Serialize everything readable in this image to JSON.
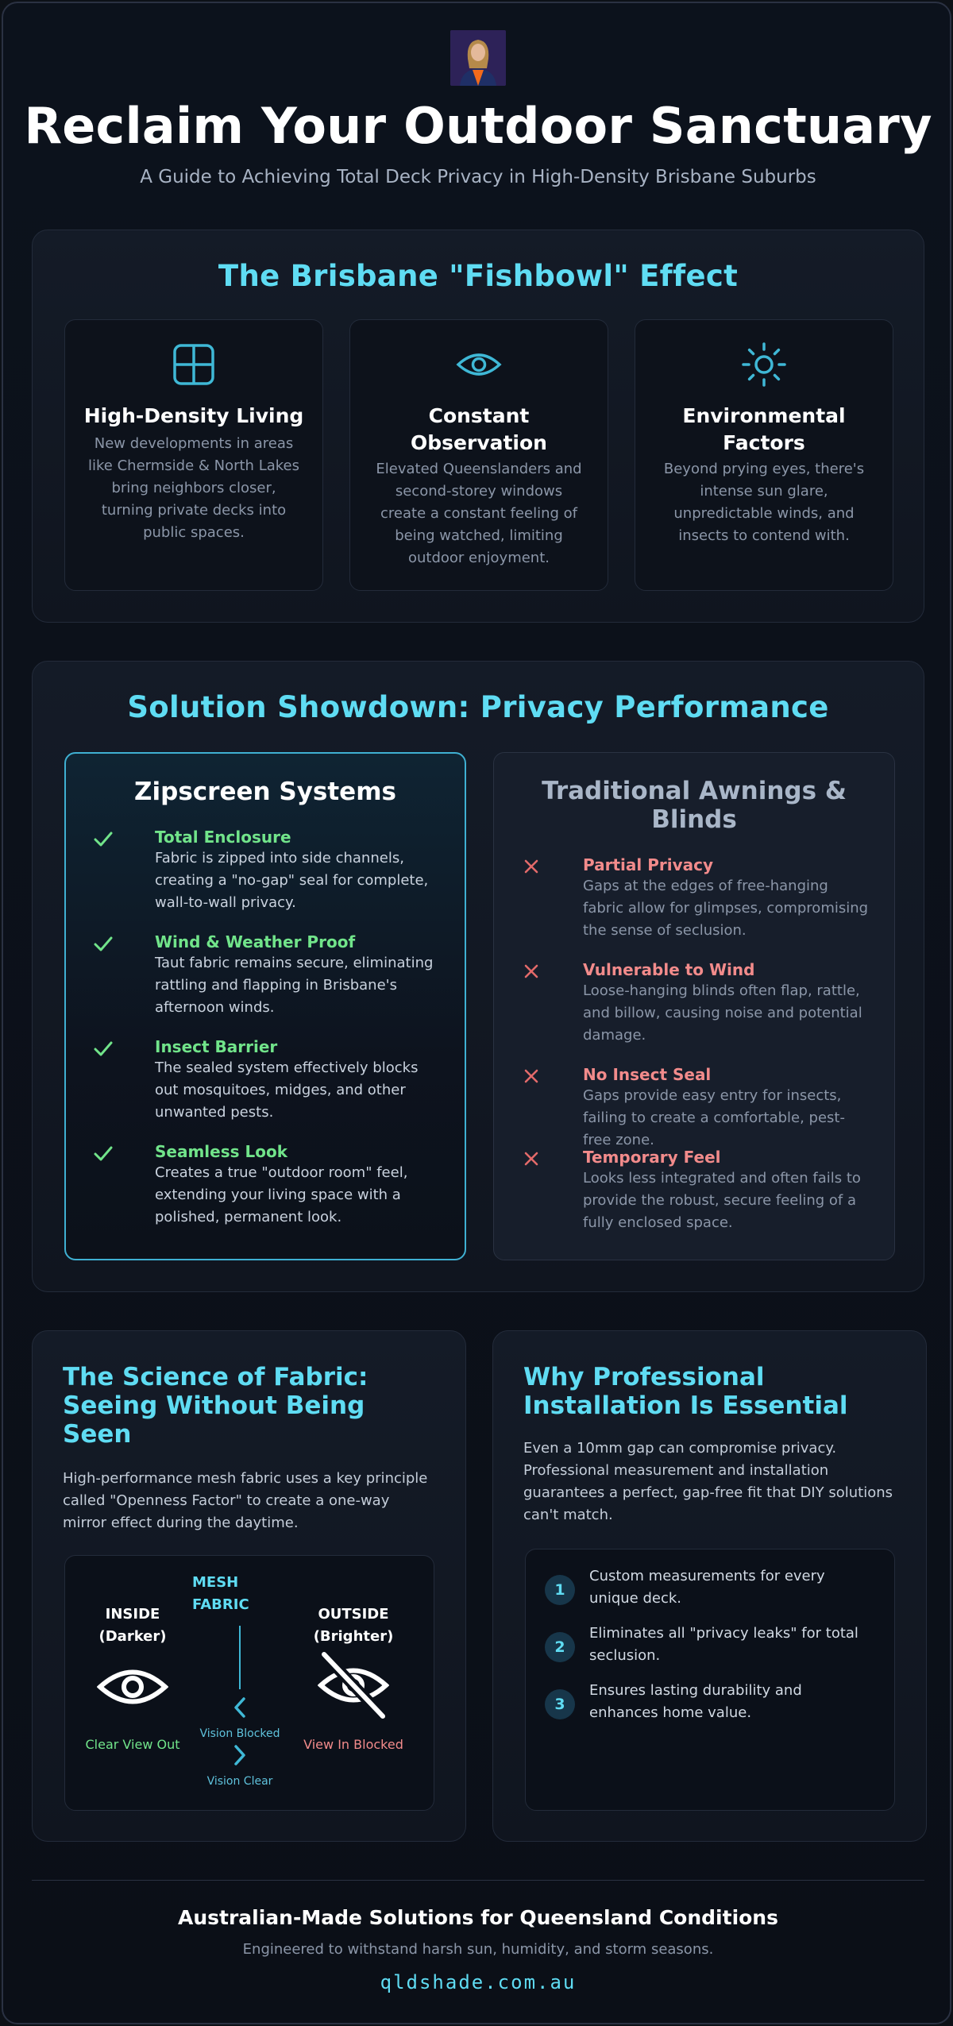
{
  "header": {
    "title": "Reclaim Your Outdoor Sanctuary",
    "subtitle": "A Guide to Achieving Total Deck Privacy in High-Density Brisbane Suburbs"
  },
  "fishbowl": {
    "title": "The Brisbane \"Fishbowl\" Effect",
    "cards": [
      {
        "icon": "grid-layout-icon",
        "title": "High-Density Living",
        "text": "New developments in areas like Chermside & North Lakes bring neighbors closer, turning private decks into public spaces."
      },
      {
        "icon": "eye-icon",
        "title": "Constant Observation",
        "text": "Elevated Queenslanders and second-storey windows create a constant feeling of being watched, limiting outdoor enjoyment."
      },
      {
        "icon": "sun-icon",
        "title": "Environmental Factors",
        "text": "Beyond prying eyes, there's intense sun glare, unpredictable winds, and insects to contend with."
      }
    ]
  },
  "showdown": {
    "title": "Solution Showdown: Privacy Performance",
    "zipscreen": {
      "title": "Zipscreen Systems",
      "features": [
        {
          "title": "Total Enclosure",
          "text": "Fabric is zipped into side channels, creating a \"no-gap\" seal for complete, wall-to-wall privacy."
        },
        {
          "title": "Wind & Weather Proof",
          "text": "Taut fabric remains secure, eliminating rattling and flapping in Brisbane's afternoon winds."
        },
        {
          "title": "Insect Barrier",
          "text": "The sealed system effectively blocks out mosquitoes, midges, and other unwanted pests."
        },
        {
          "title": "Seamless Look",
          "text": "Creates a true \"outdoor room\" feel, extending your living space with a polished, permanent look."
        }
      ]
    },
    "traditional": {
      "title": "Traditional Awnings & Blinds",
      "features": [
        {
          "title": "Partial Privacy",
          "text": "Gaps at the edges of free-hanging fabric allow for glimpses, compromising the sense of seclusion."
        },
        {
          "title": "Vulnerable to Wind",
          "text": "Loose-hanging blinds often flap, rattle, and billow, causing noise and potential damage."
        },
        {
          "title": "No Insect Seal",
          "text": "Gaps provide easy entry for insects, failing to create a comfortable, pest-free zone."
        },
        {
          "title": "Temporary Feel",
          "text": "Looks less integrated and often fails to provide the robust, secure feeling of a fully enclosed space."
        }
      ]
    }
  },
  "science": {
    "title": "The Science of Fabric: Seeing Without Being Seen",
    "text": "High-performance mesh fabric uses a key principle called \"Openness Factor\" to create a one-way mirror effect during the daytime.",
    "diagram": {
      "inside_label": "INSIDE (Darker)",
      "mesh_label": "MESH FABRIC",
      "outside_label": "OUTSIDE (Brighter)",
      "inside_caption": "Clear View Out",
      "outside_caption": "View In Blocked",
      "arrow_left_label": "Vision Blocked",
      "arrow_right_label": "Vision Clear"
    }
  },
  "install": {
    "title": "Why Professional Installation Is Essential",
    "text": "Even a 10mm gap can compromise privacy. Professional measurement and installation guarantees a perfect, gap-free fit that DIY solutions can't match.",
    "steps": [
      {
        "num": "1",
        "text": "Custom measurements for every unique deck."
      },
      {
        "num": "2",
        "text": "Eliminates all \"privacy leaks\" for total seclusion."
      },
      {
        "num": "3",
        "text": "Ensures lasting durability and enhances home value."
      }
    ]
  },
  "footer": {
    "title": "Australian-Made Solutions for Queensland Conditions",
    "subtitle": "Engineered to withstand harsh sun, humidity, and storm seasons.",
    "url": "qldshade.com.au"
  },
  "colors": {
    "accent": "#5fdcf3",
    "positive": "#71e48a",
    "negative": "#f28b8b",
    "background": "#0d1117"
  }
}
